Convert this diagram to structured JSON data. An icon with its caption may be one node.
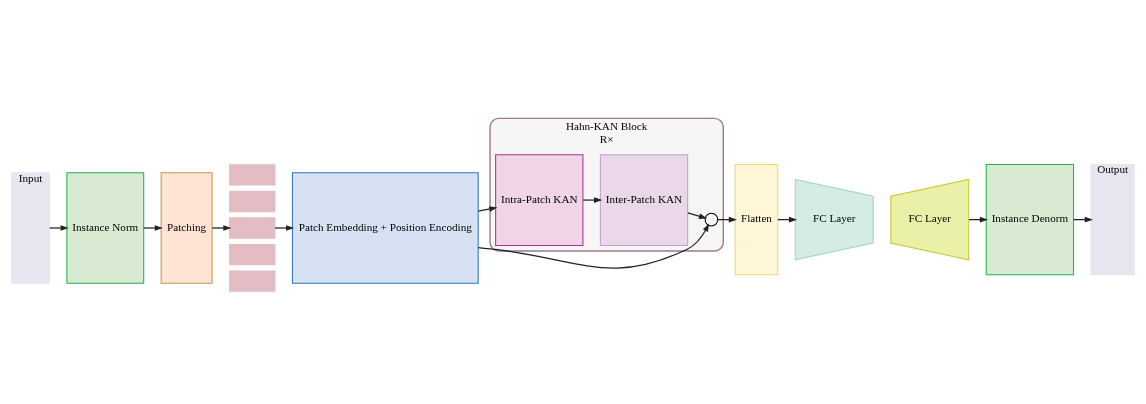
{
  "diagram": {
    "nodes": [
      {
        "text": [
          "Input"
        ]
      },
      {
        "text": [
          "Instance Norm"
        ]
      },
      {
        "text": [
          "Patching"
        ]
      },
      {
        "text": [],
        "shape": "box"
      },
      {
        "text": [],
        "shape": "box"
      },
      {
        "text": [],
        "shape": "box"
      },
      {
        "text": [],
        "shape": "box"
      },
      {
        "text": [],
        "shape": "box"
      },
      {
        "text": [
          "Patch Embedding + Position Encoding"
        ]
      },
      {
        "text": [
          "Hahn-KAN Block",
          "R×"
        ]
      },
      {
        "text": [
          "Intra-Patch KAN"
        ],
        "in": 9
      },
      {
        "text": [
          "Inter-Patch KAN"
        ],
        "in": 9
      },
      {
        "text": [],
        "shape": "circle",
        "in": 9
      },
      {
        "text": [
          "Flatten"
        ]
      },
      {
        "text": [
          "FC Layer"
        ]
      },
      {
        "text": [
          "FC Layer"
        ]
      },
      {
        "text": [
          "Instance Denorm"
        ]
      },
      {
        "text": [
          "Output"
        ]
      }
    ],
    "edges": [
      {
        "from": 0,
        "to": 1,
        "arrow": "to"
      },
      {
        "from": 1,
        "to": 2,
        "arrow": "to"
      },
      {
        "from": 2,
        "to": 5,
        "arrow": "to"
      },
      {
        "from": 5,
        "to": 8,
        "arrow": "to"
      },
      {
        "from": 8,
        "to": 10,
        "arrow": "to"
      },
      {
        "from": 8,
        "to": 12,
        "arrow": "to"
      },
      {
        "from": 10,
        "to": 11,
        "arrow": "to"
      },
      {
        "from": 11,
        "to": 12,
        "arrow": "to"
      },
      {
        "from": 12,
        "to": 13,
        "arrow": "to"
      },
      {
        "from": 13,
        "to": 14,
        "arrow": "to"
      },
      {
        "from": 15,
        "to": 16,
        "arrow": "to"
      },
      {
        "from": 16,
        "to": 17,
        "arrow": "to"
      }
    ]
  }
}
